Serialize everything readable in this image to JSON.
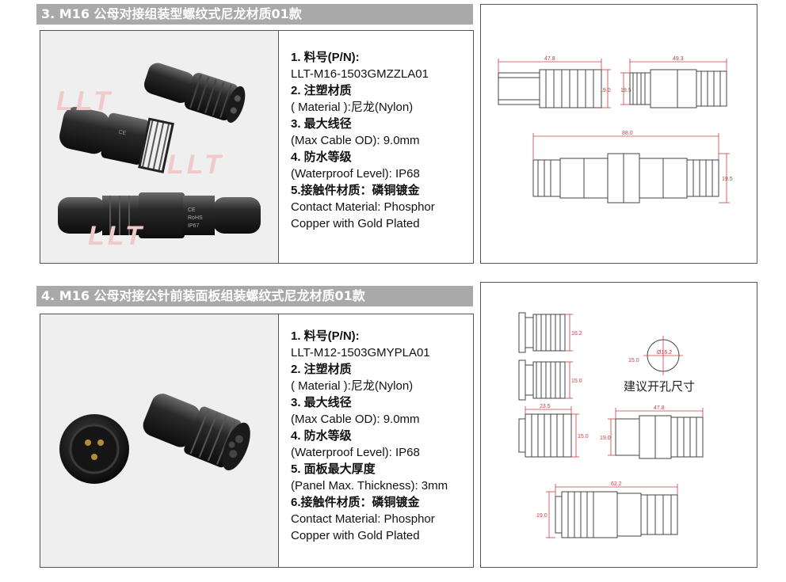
{
  "sections": [
    {
      "header": "3. M16 公母对接组装型螺纹式尼龙材质01款",
      "photo": {
        "watermark": "LLT",
        "connector_marks": [
          "CE",
          "RoHS",
          "IP67"
        ]
      },
      "specs": [
        {
          "text": "1. 料号(P/N):",
          "bold": true
        },
        {
          "text": "LLT-M16-1503GMZZLA01",
          "bold": false
        },
        {
          "text": "2. 注塑材质",
          "bold": true
        },
        {
          "text": "( Material ):尼龙(Nylon)",
          "bold": false
        },
        {
          "text": "3. 最大线径",
          "bold": true
        },
        {
          "text": "(Max Cable OD): 9.0mm",
          "bold": false
        },
        {
          "text": "4. 防水等级",
          "bold": true
        },
        {
          "text": "(Waterproof Level): IP68",
          "bold": false
        },
        {
          "text": "5.接触件材质：磷铜镀金",
          "bold": true
        },
        {
          "text": "Contact Material: Phosphor",
          "bold": false
        },
        {
          "text": "Copper with Gold Plated",
          "bold": false
        }
      ],
      "dimensions": {
        "d1_length": "47.8",
        "d1_height": "19.0",
        "d2_length": "49.3",
        "d2_height": "19.5",
        "d3_length": "88.0",
        "d3_height": "19.5"
      }
    },
    {
      "header": "4. M16 公母对接公针前装面板组装螺纹式尼龙材质01款",
      "specs": [
        {
          "text": "1. 料号(P/N):",
          "bold": true
        },
        {
          "text": "LLT-M12-1503GMYPLA01",
          "bold": false
        },
        {
          "text": "2. 注塑材质",
          "bold": true
        },
        {
          "text": "( Material ):尼龙(Nylon)",
          "bold": false
        },
        {
          "text": "3. 最大线径",
          "bold": true
        },
        {
          "text": "(Max Cable OD): 9.0mm",
          "bold": false
        },
        {
          "text": "4. 防水等级",
          "bold": true
        },
        {
          "text": "(Waterproof Level): IP68",
          "bold": false
        },
        {
          "text": "5. 面板最大厚度",
          "bold": true
        },
        {
          "text": "(Panel Max. Thickness): 3mm",
          "bold": false
        },
        {
          "text": "6.接触件材质：磷铜镀金",
          "bold": true
        },
        {
          "text": "Contact Material: Phosphor",
          "bold": false
        },
        {
          "text": "Copper with Gold Plated",
          "bold": false
        }
      ],
      "dimensions": {
        "p1_height": "16.2",
        "p2_height": "15.0",
        "p3_length": "23.5",
        "p3_height": "15.0",
        "hole_h": "15.0",
        "hole_d": "Ø16.2",
        "hole_caption": "建议开孔尺寸",
        "a_length": "47.8",
        "a_height": "19.0",
        "b_length": "62.2",
        "b_height": "19.0"
      }
    }
  ]
}
